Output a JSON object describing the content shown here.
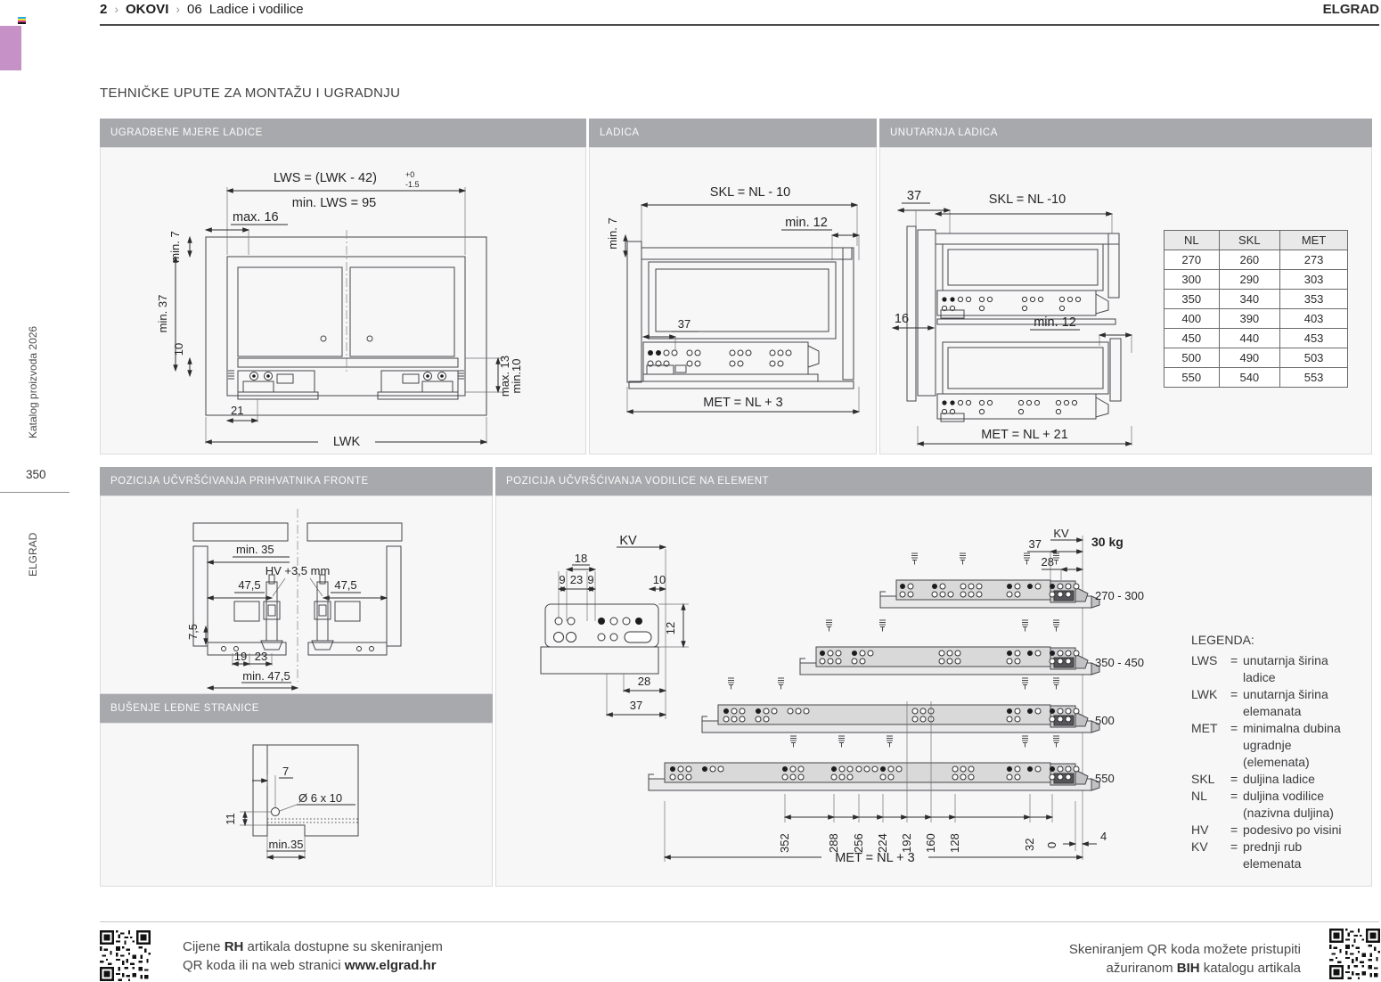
{
  "header": {
    "page_num": "2",
    "sep": "›",
    "crumb1": "OKOVI",
    "crumb2_num": "06",
    "crumb2": "Ladice i vodilice",
    "brand": "ELGRAD"
  },
  "sidebar": {
    "catalog": "Katalog proizvoda 2026",
    "page": "350",
    "brand": "ELGRAD"
  },
  "title": "TEHNIČKE UPUTE ZA MONTAŽU I UGRADNJU",
  "panels": {
    "a": {
      "title": "UGRADBENE MJERE LADICE",
      "lws_formula": "LWS = (LWK - 42)",
      "tol_plus": "+0",
      "tol_minus": "-1.5",
      "min_lws": "min. LWS = 95",
      "max16": "max. 16",
      "min7": "min. 7",
      "min37": "min. 37",
      "d10": "10",
      "max13": "max. 13",
      "min10": "min.10",
      "d21": "21",
      "lwk": "LWK"
    },
    "b": {
      "title": "LADICA",
      "min7": "min. 7",
      "skl": "SKL = NL - 10",
      "min12": "min. 12",
      "d37": "37",
      "met": "MET = NL + 3"
    },
    "c": {
      "title": "UNUTARNJA LADICA",
      "d37": "37",
      "skl": "SKL = NL -10",
      "d16": "16",
      "min12": "min. 12",
      "met": "MET = NL + 21",
      "table": {
        "headers": [
          "NL",
          "SKL",
          "MET"
        ],
        "rows": [
          [
            "270",
            "260",
            "273"
          ],
          [
            "300",
            "290",
            "303"
          ],
          [
            "350",
            "340",
            "353"
          ],
          [
            "400",
            "390",
            "403"
          ],
          [
            "450",
            "440",
            "453"
          ],
          [
            "500",
            "490",
            "503"
          ],
          [
            "550",
            "540",
            "553"
          ]
        ]
      }
    },
    "d": {
      "title": "POZICIJA UČVRŠĆIVANJA PRIHVATNIKA FRONTE",
      "min35": "min. 35",
      "hv": "HV +3,5 mm",
      "l475": "47,5",
      "r475": "47,5",
      "d75": "7,5",
      "d19": "19",
      "d23": "23",
      "min475": "min. 47,5"
    },
    "d2": {
      "title": "BUŠENJE LEĐNE STRANICE",
      "d7": "7",
      "d11": "11",
      "hole": "Ø 6 x 10",
      "min35": "min.35"
    },
    "e": {
      "title": "POZICIJA UČVRŠĆIVANJA VODILICE NA ELEMENT",
      "kv": "KV",
      "d18": "18",
      "d9a": "9",
      "d23": "23",
      "d9b": "9",
      "d10": "10",
      "d12": "12",
      "d28": "28",
      "d37": "37",
      "kv2": "KV",
      "d37b": "37",
      "d28b": "28",
      "load": "30 kg",
      "d4": "4",
      "met": "MET = NL + 3",
      "rails": [
        "270 - 300",
        "350 - 450",
        "500",
        "550"
      ],
      "scale": [
        "352",
        "288",
        "256",
        "224",
        "192",
        "160",
        "128",
        "32",
        "0"
      ],
      "legend": {
        "title": "LEGENDA:",
        "eq": "=",
        "items": [
          {
            "t": "LWS",
            "d1": "unutarnja širina",
            "d2": "ladice"
          },
          {
            "t": "LWK",
            "d1": "unutarnja širina",
            "d2": "elemanata"
          },
          {
            "t": "MET",
            "d1": "minimalna dubina",
            "d2": "ugradnje (elemenata)"
          },
          {
            "t": "SKL",
            "d1": "duljina ladice",
            "d2": ""
          },
          {
            "t": "NL",
            "d1": "duljina vodilice",
            "d2": "(nazivna duljina)"
          },
          {
            "t": "HV",
            "d1": "podesivo po visini",
            "d2": ""
          },
          {
            "t": "KV",
            "d1": "prednji rub",
            "d2": "elemenata"
          }
        ]
      }
    }
  },
  "footer": {
    "l1a": "Cijene ",
    "l1b": "RH",
    "l1c": " artikala dostupne su skeniranjem",
    "l2a": "QR koda ili na web stranici ",
    "l2b": "www.elgrad.hr",
    "r1": "Skeniranjem QR koda možete pristupiti",
    "r2a": "ažuriranom ",
    "r2b": "BIH",
    "r2c": " katalogu artikala"
  }
}
